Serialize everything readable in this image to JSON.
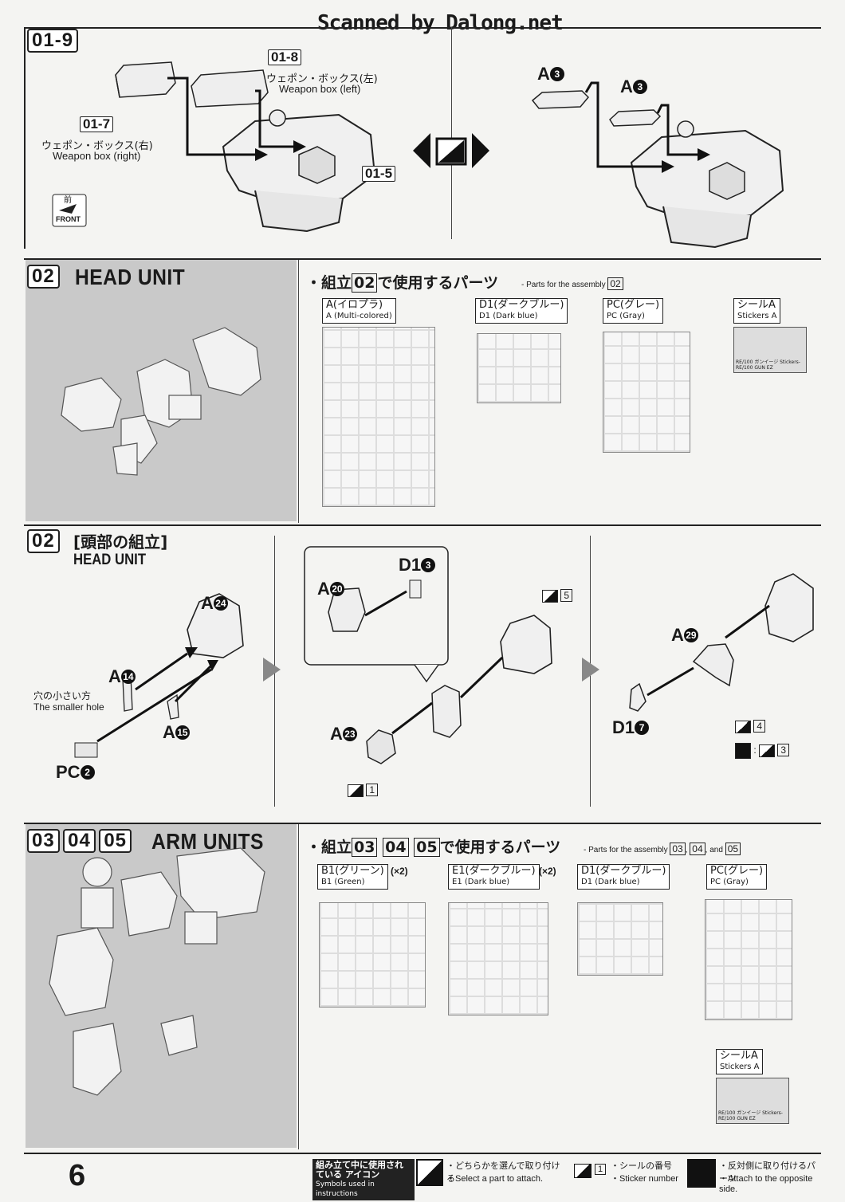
{
  "watermark": "Scanned by Dalong.net",
  "step01_9": {
    "step": "01-9",
    "refs": [
      "01-8",
      "01-7",
      "01-5"
    ],
    "weapon_box_left_jp": "ウェポン・ボックス(左)",
    "weapon_box_left_en": "Weapon box (left)",
    "weapon_box_right_jp": "ウェポン・ボックス(右)",
    "weapon_box_right_en": "Weapon box (right)",
    "front_jp": "前",
    "front_en": "FRONT",
    "alt_part_a": "A",
    "alt_part_num": "3"
  },
  "head_parts": {
    "step": "02",
    "title": "HEAD UNIT",
    "used_parts_jp": "・組立",
    "used_parts_step": "02",
    "used_parts_jp2": "で使用するパーツ",
    "used_parts_en": "- Parts for the assembly",
    "runners": [
      {
        "jp": "A(イロプラ)",
        "en": "A (Multi-colored)"
      },
      {
        "jp": "D1(ダークブルー)",
        "en": "D1 (Dark blue)"
      },
      {
        "jp": "PC(グレー)",
        "en": "PC (Gray)"
      },
      {
        "jp": "シールA",
        "en": "Stickers A"
      }
    ],
    "sticker_caption": "RE/100 ガンイージ Stickers- RE/100 GUN EZ"
  },
  "head_assembly": {
    "step": "02",
    "title_jp": "[頭部の組立]",
    "title_en": "HEAD UNIT",
    "smaller_hole_jp": "穴の小さい方",
    "smaller_hole_en": "The smaller hole",
    "parts": {
      "a24": "24",
      "a14": "14",
      "a15": "15",
      "pc2": "2",
      "d1_3": "3",
      "a20": "20",
      "a23": "23",
      "a29": "29",
      "d1_7": "7"
    },
    "labels": {
      "a": "A",
      "pc": "PC",
      "d1": "D1"
    },
    "stickers": [
      "5",
      "1",
      "4",
      "3"
    ]
  },
  "arm_parts": {
    "steps": [
      "03",
      "04",
      "05"
    ],
    "title": "ARM UNITS",
    "used_parts_jp": "・組立",
    "used_parts_jp2": "で使用するパーツ",
    "used_parts_en": "- Parts for the assembly",
    "and": "and",
    "runners": [
      {
        "jp": "B1(グリーン)",
        "en": "B1 (Green)",
        "qty": "(×2)"
      },
      {
        "jp": "E1(ダークブルー)",
        "en": "E1 (Dark blue)",
        "qty": "(×2)"
      },
      {
        "jp": "D1(ダークブルー)",
        "en": "D1 (Dark blue)",
        "qty": ""
      },
      {
        "jp": "PC(グレー)",
        "en": "PC (Gray)",
        "qty": ""
      }
    ],
    "stickers_jp": "シールA",
    "stickers_en": "Stickers A",
    "sticker_caption": "RE/100 ガンイージ Stickers- RE/100 GUN EZ"
  },
  "footer": {
    "page_number": "6",
    "icons_title_jp": "組み立て中に使用されている アイコン",
    "icons_title_en": "Symbols used in instructions",
    "legend": [
      {
        "jp": "・どちらかを選んで取り付ける",
        "en": "・Select a part to attach."
      },
      {
        "jp": "・シールの番号",
        "en": "・Sticker number"
      },
      {
        "jp": "・反対側に取り付けるパーツ",
        "en": "・Attach to the opposite side."
      }
    ],
    "sticker_num": "1"
  }
}
